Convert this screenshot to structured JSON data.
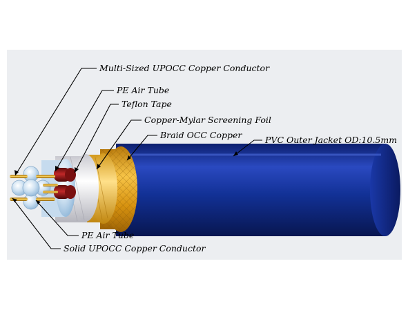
{
  "labels": {
    "conductor_multi": "Multi-Sized UPOCC Copper Conductor",
    "pe_tube_top": "PE Air Tube",
    "teflon": "Teflon Tape",
    "foil": "Copper-Mylar Screening Foil",
    "braid": "Braid OCC Copper",
    "jacket": "PVC Outer Jacket OD:10.5mm",
    "pe_tube_bottom": "PE Air Tube",
    "conductor_solid": "Solid UPOCC Copper Conductor"
  },
  "colors": {
    "panel": "#eceef1",
    "jacket": "#102a8a",
    "braid": "#e2a21a",
    "foil": "#f5c74a",
    "teflon": "#e9e9ec",
    "insulation": "#8b1b1b",
    "pe_tube": "#b6d3ea",
    "copper_strand": "#f0c040"
  }
}
